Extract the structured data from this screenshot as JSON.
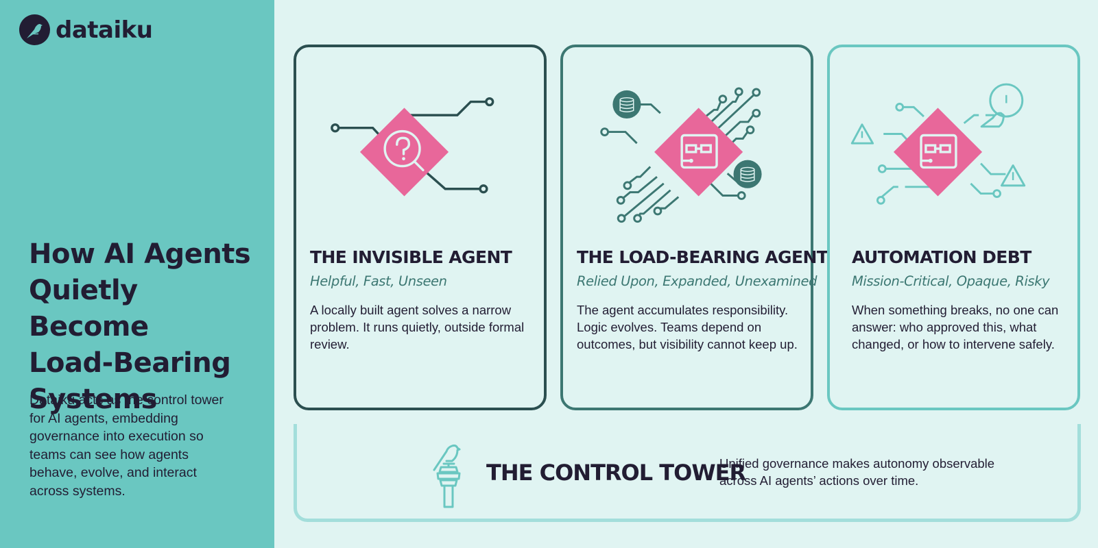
{
  "brand": {
    "name": "dataiku",
    "logo_icon": "bird-logo-icon"
  },
  "hero": {
    "title": "How AI Agents\nQuietly Become\nLoad-Bearing\nSystems",
    "description": "Dataiku acts as the control tower for AI agents, embedding governance into execution so teams can see how agents behave, evolve, and interact across systems."
  },
  "cards": [
    {
      "title": "THE INVISIBLE AGENT",
      "subtitle": "Helpful, Fast, Unseen",
      "body": "A locally built agent solves a narrow problem. It runs quietly, outside formal review.",
      "icon": "magnifier-question-icon",
      "accent": "#2b4f50"
    },
    {
      "title": "THE LOAD-BEARING AGENT",
      "subtitle": "Relied Upon, Expanded, Unexamined",
      "body": "The agent accumulates responsibility. Logic evolves. Teams depend on outcomes, but visibility cannot keep up.",
      "icon": "agent-robot-icon",
      "accent": "#3c7772"
    },
    {
      "title": "AUTOMATION DEBT",
      "subtitle": "Mission-Critical, Opaque, Risky",
      "body": "When something breaks, no one can answer: who approved this, what changed, or how to intervene safely.",
      "icon": "agent-robot-warning-icon",
      "accent": "#6ac7c1"
    }
  ],
  "control_tower": {
    "title": "THE CONTROL TOWER",
    "description": "Unified governance makes autonomy observable across AI agents’ actions over time.",
    "icon": "control-tower-bird-icon"
  },
  "colors": {
    "sidebar": "#6ac7c1",
    "background": "#e0f4f2",
    "ink": "#221d33",
    "pink": "#e8679a",
    "dark_teal": "#2b4f50",
    "mid_teal": "#3c7772",
    "light_teal": "#6ac7c1"
  }
}
